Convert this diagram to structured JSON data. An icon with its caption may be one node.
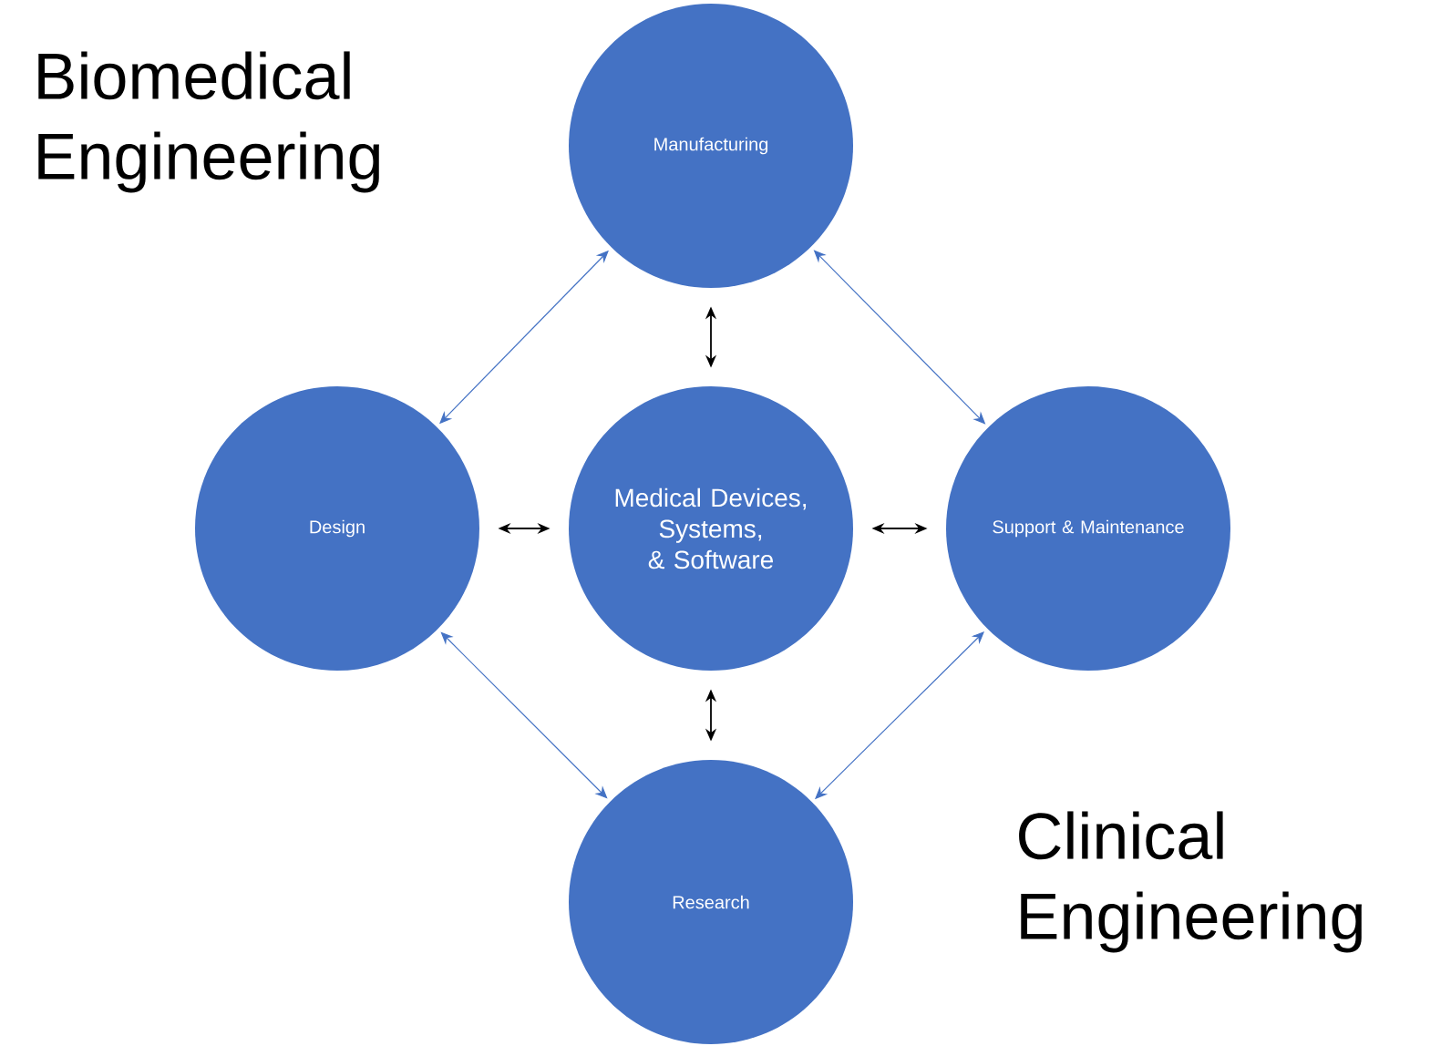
{
  "diagram": {
    "nodes": [
      {
        "text": [
          "Manufacturing"
        ]
      },
      {
        "text": [
          "Design"
        ]
      },
      {
        "text": [
          "Medical Devices, Systems, & Software"
        ]
      },
      {
        "text": [
          "Support & Maintenance"
        ]
      },
      {
        "text": [
          "Research"
        ]
      }
    ],
    "edges": [
      {
        "from": 2,
        "to": 0,
        "arrow": "both"
      },
      {
        "from": 2,
        "to": 1,
        "arrow": "both"
      },
      {
        "from": 2,
        "to": 3,
        "arrow": "both"
      },
      {
        "from": 2,
        "to": 4,
        "arrow": "both"
      },
      {
        "from": 0,
        "to": 1,
        "arrow": "both",
        "color": "#4472c4"
      },
      {
        "from": 0,
        "to": 3,
        "arrow": "both",
        "color": "#4472c4"
      },
      {
        "from": 1,
        "to": 4,
        "arrow": "both",
        "color": "#4472c4"
      },
      {
        "from": 3,
        "to": 4,
        "arrow": "both",
        "color": "#4472c4"
      }
    ],
    "labels": [
      "Biomedical Engineering",
      "Clinical Engineering"
    ]
  }
}
